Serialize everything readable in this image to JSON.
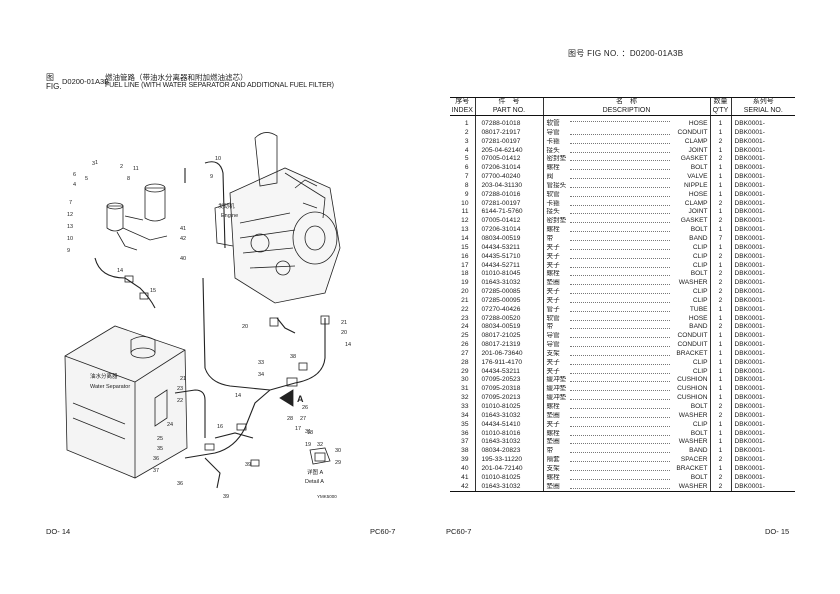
{
  "header": {
    "fig_no_label": "图号 FIG NO. ：D0200-01A3B"
  },
  "figure": {
    "label_cn": "图",
    "label_en": "FIG.",
    "code": "D0200-01A3B",
    "title_cn": "燃油管路（带油水分离器和附加燃油滤芯）",
    "title_en": "FUEL LINE (WITH WATER SEPARATOR AND ADDITIONAL FUEL FILTER)"
  },
  "diagram": {
    "engine_cn": "发动机",
    "engine_en": "Engine",
    "separator_cn": "油水分离器",
    "separator_en": "Water Separator",
    "detail_cn": "详图 A",
    "detail_en": "Detail A",
    "detail_arrow": "A",
    "drawing_code": "YMK5000",
    "callouts": [
      "1",
      "2",
      "3",
      "4",
      "5",
      "6",
      "7",
      "8",
      "9",
      "10",
      "11",
      "12",
      "13",
      "14",
      "15",
      "16",
      "17",
      "18",
      "19",
      "20",
      "21",
      "22",
      "23",
      "24",
      "25",
      "26",
      "27",
      "28",
      "29",
      "30",
      "31",
      "32",
      "33",
      "34",
      "35",
      "36",
      "37",
      "38",
      "39",
      "40",
      "41",
      "42"
    ]
  },
  "table": {
    "headers": {
      "index_cn": "序号",
      "index_en": "INDEX",
      "part_cn": "件　号",
      "part_en": "PART NO.",
      "desc_cn": "名　称",
      "desc_en": "DESCRIPTION",
      "qty_cn": "数量",
      "qty_en": "Q'TY",
      "serial_cn": "系列号",
      "serial_en": "SERIAL NO."
    },
    "rows": [
      {
        "idx": "1",
        "part": "07288-01018",
        "cn": "软管",
        "en": "HOSE",
        "qty": "1",
        "serial": "DBK0001-"
      },
      {
        "idx": "2",
        "part": "08017-21917",
        "cn": "导管",
        "en": "CONDUIT",
        "qty": "1",
        "serial": "DBK0001-"
      },
      {
        "idx": "3",
        "part": "07281-00197",
        "cn": "卡箍",
        "en": "CLAMP",
        "qty": "2",
        "serial": "DBK0001-"
      },
      {
        "idx": "4",
        "part": "205-04-62140",
        "cn": "接头",
        "en": "JOINT",
        "qty": "1",
        "serial": "DBK0001-"
      },
      {
        "idx": "5",
        "part": "07005-01412",
        "cn": "密封垫",
        "en": "GASKET",
        "qty": "2",
        "serial": "DBK0001-"
      },
      {
        "idx": "6",
        "part": "07206-31014",
        "cn": "螺栓",
        "en": "BOLT",
        "qty": "1",
        "serial": "DBK0001-"
      },
      {
        "idx": "7",
        "part": "07700-40240",
        "cn": "阀",
        "en": "VALVE",
        "qty": "1",
        "serial": "DBK0001-"
      },
      {
        "idx": "8",
        "part": "203-04-31130",
        "cn": "管接头",
        "en": "NIPPLE",
        "qty": "1",
        "serial": "DBK0001-"
      },
      {
        "idx": "9",
        "part": "07288-01016",
        "cn": "软管",
        "en": "HOSE",
        "qty": "1",
        "serial": "DBK0001-"
      },
      {
        "idx": "10",
        "part": "07281-00197",
        "cn": "卡箍",
        "en": "CLAMP",
        "qty": "2",
        "serial": "DBK0001-"
      },
      {
        "idx": "11",
        "part": "6144-71-5760",
        "cn": "接头",
        "en": "JOINT",
        "qty": "1",
        "serial": "DBK0001-"
      },
      {
        "idx": "12",
        "part": "07005-01412",
        "cn": "密封垫",
        "en": "GASKET",
        "qty": "2",
        "serial": "DBK0001-"
      },
      {
        "idx": "13",
        "part": "07206-31014",
        "cn": "螺栓",
        "en": "BOLT",
        "qty": "1",
        "serial": "DBK0001-"
      },
      {
        "idx": "14",
        "part": "08034-00519",
        "cn": "带",
        "en": "BAND",
        "qty": "7",
        "serial": "DBK0001-"
      },
      {
        "idx": "15",
        "part": "04434-53211",
        "cn": "夹子",
        "en": "CLIP",
        "qty": "1",
        "serial": "DBK0001-"
      },
      {
        "idx": "16",
        "part": "04435-51710",
        "cn": "夹子",
        "en": "CLIP",
        "qty": "2",
        "serial": "DBK0001-"
      },
      {
        "idx": "17",
        "part": "04434-52711",
        "cn": "夹子",
        "en": "CLIP",
        "qty": "1",
        "serial": "DBK0001-"
      },
      {
        "idx": "18",
        "part": "01010-81045",
        "cn": "螺栓",
        "en": "BOLT",
        "qty": "2",
        "serial": "DBK0001-"
      },
      {
        "idx": "19",
        "part": "01643-31032",
        "cn": "垫圈",
        "en": "WASHER",
        "qty": "2",
        "serial": "DBK0001-"
      },
      {
        "idx": "20",
        "part": "07285-00085",
        "cn": "夹子",
        "en": "CLIP",
        "qty": "2",
        "serial": "DBK0001-"
      },
      {
        "idx": "21",
        "part": "07285-00095",
        "cn": "夹子",
        "en": "CLIP",
        "qty": "2",
        "serial": "DBK0001-"
      },
      {
        "idx": "22",
        "part": "07270-40426",
        "cn": "管子",
        "en": "TUBE",
        "qty": "1",
        "serial": "DBK0001-"
      },
      {
        "idx": "23",
        "part": "07288-00520",
        "cn": "软管",
        "en": "HOSE",
        "qty": "1",
        "serial": "DBK0001-"
      },
      {
        "idx": "24",
        "part": "08034-00519",
        "cn": "带",
        "en": "BAND",
        "qty": "2",
        "serial": "DBK0001-"
      },
      {
        "idx": "25",
        "part": "08017-21025",
        "cn": "导管",
        "en": "CONDUIT",
        "qty": "1",
        "serial": "DBK0001-"
      },
      {
        "idx": "26",
        "part": "08017-21319",
        "cn": "导管",
        "en": "CONDUIT",
        "qty": "1",
        "serial": "DBK0001-"
      },
      {
        "idx": "27",
        "part": "201-06-73640",
        "cn": "支架",
        "en": "BRACKET",
        "qty": "1",
        "serial": "DBK0001-"
      },
      {
        "idx": "28",
        "part": "176-911-4170",
        "cn": "夹子",
        "en": "CLIP",
        "qty": "1",
        "serial": "DBK0001-"
      },
      {
        "idx": "29",
        "part": "04434-53211",
        "cn": "夹子",
        "en": "CLIP",
        "qty": "1",
        "serial": "DBK0001-"
      },
      {
        "idx": "30",
        "part": "07095-20523",
        "cn": "缓冲垫",
        "en": "CUSHION",
        "qty": "1",
        "serial": "DBK0001-"
      },
      {
        "idx": "31",
        "part": "07095-20318",
        "cn": "缓冲垫",
        "en": "CUSHION",
        "qty": "1",
        "serial": "DBK0001-"
      },
      {
        "idx": "32",
        "part": "07095-20213",
        "cn": "缓冲垫",
        "en": "CUSHION",
        "qty": "1",
        "serial": "DBK0001-"
      },
      {
        "idx": "33",
        "part": "01010-81025",
        "cn": "螺栓",
        "en": "BOLT",
        "qty": "2",
        "serial": "DBK0001-"
      },
      {
        "idx": "34",
        "part": "01643-31032",
        "cn": "垫圈",
        "en": "WASHER",
        "qty": "2",
        "serial": "DBK0001-"
      },
      {
        "idx": "35",
        "part": "04434-51410",
        "cn": "夹子",
        "en": "CLIP",
        "qty": "1",
        "serial": "DBK0001-"
      },
      {
        "idx": "36",
        "part": "01010-81016",
        "cn": "螺栓",
        "en": "BOLT",
        "qty": "1",
        "serial": "DBK0001-"
      },
      {
        "idx": "37",
        "part": "01643-31032",
        "cn": "垫圈",
        "en": "WASHER",
        "qty": "1",
        "serial": "DBK0001-"
      },
      {
        "idx": "38",
        "part": "08034-20823",
        "cn": "带",
        "en": "BAND",
        "qty": "1",
        "serial": "DBK0001-"
      },
      {
        "idx": "39",
        "part": "195-33-11220",
        "cn": "隔套",
        "en": "SPACER",
        "qty": "2",
        "serial": "DBK0001-"
      },
      {
        "idx": "40",
        "part": "201-04-72140",
        "cn": "支架",
        "en": "BRACKET",
        "qty": "1",
        "serial": "DBK0001-"
      },
      {
        "idx": "41",
        "part": "01010-81025",
        "cn": "螺栓",
        "en": "BOLT",
        "qty": "2",
        "serial": "DBK0001-"
      },
      {
        "idx": "42",
        "part": "01643-31032",
        "cn": "垫圈",
        "en": "WASHER",
        "qty": "2",
        "serial": "DBK0001-"
      }
    ]
  },
  "footer": {
    "left": "DO- 14",
    "mid1": "PC60-7",
    "mid2": "PC60-7",
    "right": "DO- 15"
  }
}
